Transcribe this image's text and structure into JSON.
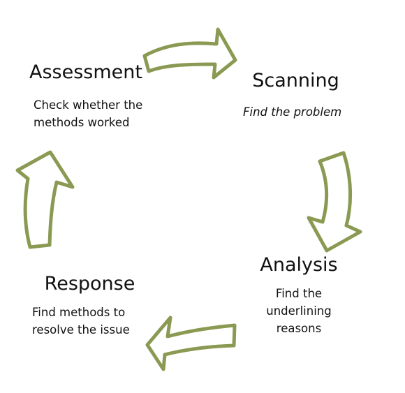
{
  "diagram": {
    "steps": [
      {
        "id": "assessment",
        "title": "Assessment",
        "description": [
          "Check whether the",
          "methods worked"
        ]
      },
      {
        "id": "scanning",
        "title": "Scanning",
        "description": [
          "Find the problem"
        ]
      },
      {
        "id": "analysis",
        "title": "Analysis",
        "description": [
          "Find the",
          "underlining",
          "reasons"
        ]
      },
      {
        "id": "response",
        "title": "Response",
        "description": [
          "Find methods to",
          "resolve the issue"
        ]
      }
    ],
    "colors": {
      "arrow_outline": "#8a9a53",
      "arrow_fill": "#ffffff",
      "text": "#111111"
    }
  }
}
